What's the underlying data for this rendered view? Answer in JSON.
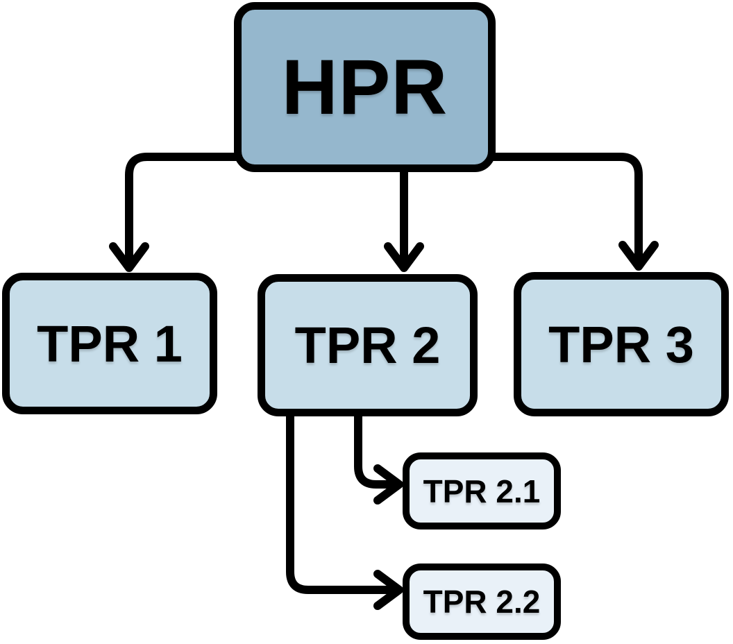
{
  "nodes": {
    "hpr": {
      "label": "HPR"
    },
    "tpr1": {
      "label": "TPR 1"
    },
    "tpr2": {
      "label": "TPR 2"
    },
    "tpr3": {
      "label": "TPR 3"
    },
    "tpr21": {
      "label": "TPR 2.1"
    },
    "tpr22": {
      "label": "TPR 2.2"
    }
  },
  "edges": [
    {
      "from": "HPR",
      "to": "TPR 1"
    },
    {
      "from": "HPR",
      "to": "TPR 2"
    },
    {
      "from": "HPR",
      "to": "TPR 3"
    },
    {
      "from": "TPR 2",
      "to": "TPR 2.1"
    },
    {
      "from": "TPR 2",
      "to": "TPR 2.2"
    }
  ],
  "colors": {
    "root_fill": "#95b7cd",
    "child_fill": "#c7dde9",
    "grandchild_fill": "#e9f1f8",
    "outline": "#000000",
    "background": "#ffffff"
  }
}
